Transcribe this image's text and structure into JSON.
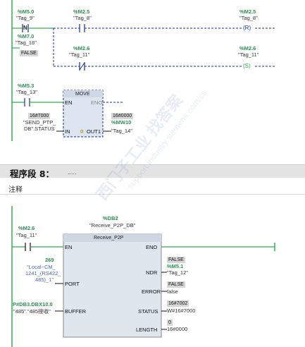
{
  "network7": {
    "contact_m50": {
      "address": "%M5.0",
      "tag": "\"Tag_9\"",
      "symbol": "N"
    },
    "contact_m70": {
      "address": "%M7.0",
      "tag": "\"Tag_16\"",
      "value": "FALSE"
    },
    "contact_m25": {
      "address": "%M2.5",
      "tag": "\"Tag_8\""
    },
    "coil_reset": {
      "address": "%M2.5",
      "tag": "\"Tag_8\"",
      "symbol": "R"
    },
    "contact_m26_neg": {
      "address": "%M2.6",
      "tag": "\"Tag_11\""
    },
    "coil_set": {
      "address": "%M2.6",
      "tag": "\"Tag_11\"",
      "symbol": "S"
    },
    "contact_m53": {
      "address": "%M5.3",
      "tag": "\"Tag_13\""
    },
    "move_block": {
      "title": "MOVE",
      "en": "EN",
      "eno": "ENO",
      "in": "IN",
      "out1": "OUT1",
      "in_value": "16#7000",
      "in_tag_line1": "\"SEND_PTP_",
      "in_tag_line2": "DB\".STATUS",
      "out_value": "16#0000",
      "out_address": "%MW10",
      "out_tag": "\"Tag_14\""
    }
  },
  "network8": {
    "title": "程序段 8：",
    "dots": ".....",
    "comment": "注释",
    "contact": {
      "address": "%M2.6",
      "tag": "\"Tag_11\""
    },
    "block": {
      "instance_address": "%DB2",
      "instance_tag": "\"Receive_P2P_DB\"",
      "title": "Receive_P2P",
      "en": "EN",
      "eno": "ENO",
      "port": "PORT",
      "buffer": "BUFFER",
      "ndr": "NDR",
      "error": "ERROR",
      "status": "STATUS",
      "length": "LENGTH",
      "port_value": "269",
      "port_tag_line1": "\"Local~CM_",
      "port_tag_line2": "1241_(RS422_",
      "port_tag_line3": "485)_1\"",
      "buffer_address": "P#DB3.DBX10.0",
      "buffer_tag": "\"485\".\"485接收\"",
      "ndr_value": "FALSE",
      "ndr_address": "%M5.1",
      "ndr_tag": "\"Tag_12\"",
      "error_value": "FALSE",
      "error_tag": "false",
      "status_value": "16#7002",
      "status_tag": "W#16#7000",
      "length_value": "0",
      "length_tag": "16#0000"
    }
  },
  "colors": {
    "wire": "#2bb24c",
    "dashed": "#1a2a9c",
    "address": "#2e8f55"
  },
  "watermark": "西门子工业 找答案",
  "watermark2": "support.industry.siemens.com/cs"
}
